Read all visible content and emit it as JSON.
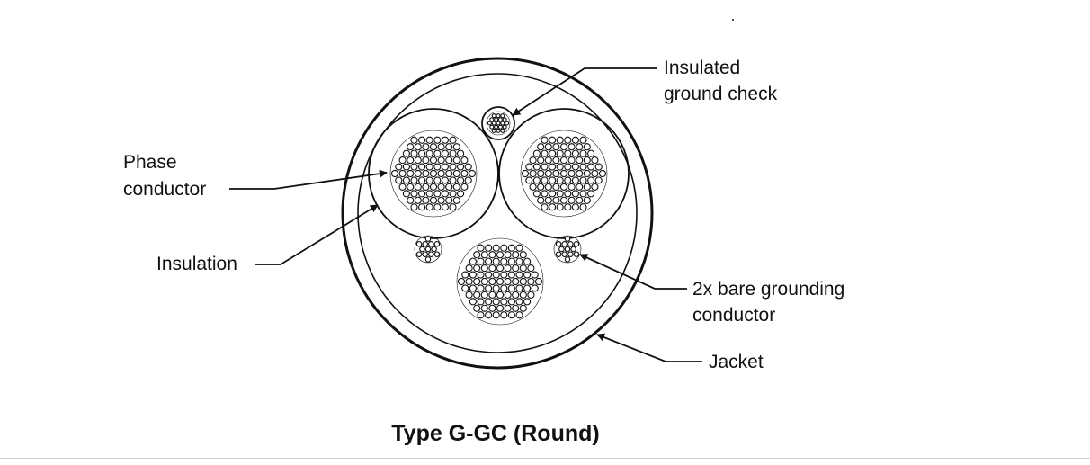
{
  "labels": {
    "ground_check_line1": "Insulated",
    "ground_check_line2": "ground check",
    "phase_line1": "Phase",
    "phase_line2": "conductor",
    "insulation": "Insulation",
    "bare_ground_line1": "2x bare grounding",
    "bare_ground_line2": "conductor",
    "jacket": "Jacket"
  },
  "caption": "Type G-GC (Round)",
  "colors": {
    "ink": "#111111",
    "background": "#ffffff"
  }
}
